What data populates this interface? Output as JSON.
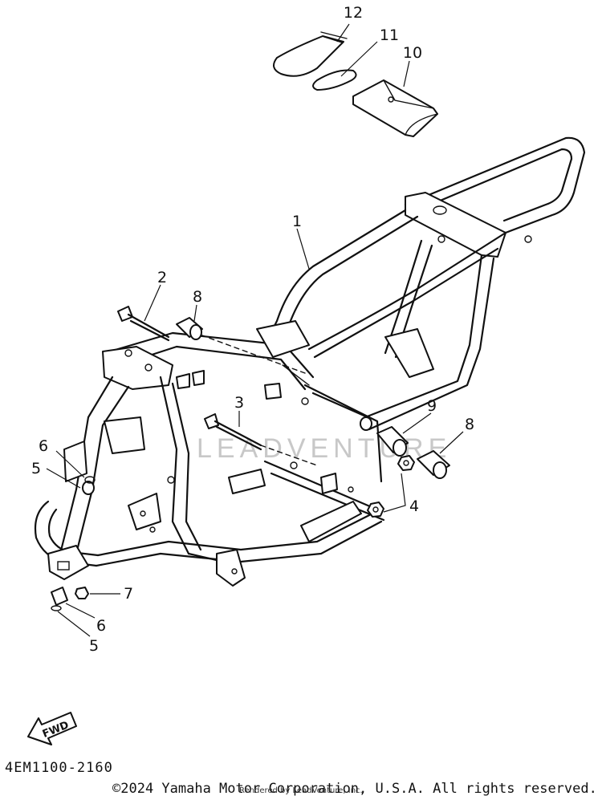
{
  "diagram": {
    "part_code": "4EM1100-2160",
    "copyright": "©2024 Yamaha Motor Corporation, U.S.A. All rights reserved.",
    "rendered_by": "Rendered by LeadVenture, Inc.",
    "watermark": "LEADVENTURE",
    "fwd_label": "FWD",
    "callouts": [
      "1",
      "2",
      "3",
      "4",
      "5",
      "5",
      "6",
      "6",
      "7",
      "8",
      "8",
      "9",
      "10",
      "11",
      "12"
    ]
  }
}
